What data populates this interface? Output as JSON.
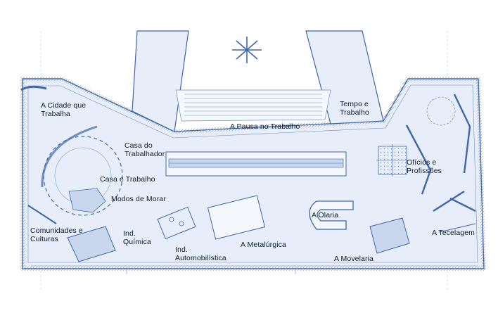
{
  "plan": {
    "colors": {
      "background": "#ffffff",
      "fill": "#e7eef9",
      "line": "#3f66ac",
      "line_light": "#9ab2d9",
      "text": "#0d1b33"
    },
    "labels": {
      "cidade": "A Cidade que\nTrabalha",
      "pausa": "A Pausa no Trabalho",
      "tempo": "Tempo e\nTrabalho",
      "casa_trabalhador": "Casa do\nTrabalhador",
      "casa_trabalho": "Casa e Trabalho",
      "oficios": "Ofícios e\nProfissões",
      "modos": "Modos de Morar",
      "olaria": "A Olaria",
      "comunidades": "Comunidades e\nCulturas",
      "quimica": "Ind.\nQuímica",
      "tecelagem": "A Tecelagem",
      "metalurgica": "A Metalúrgica",
      "automobilistica": "Ind.\nAutomobilística",
      "movelaria": "A Movelaria"
    }
  }
}
